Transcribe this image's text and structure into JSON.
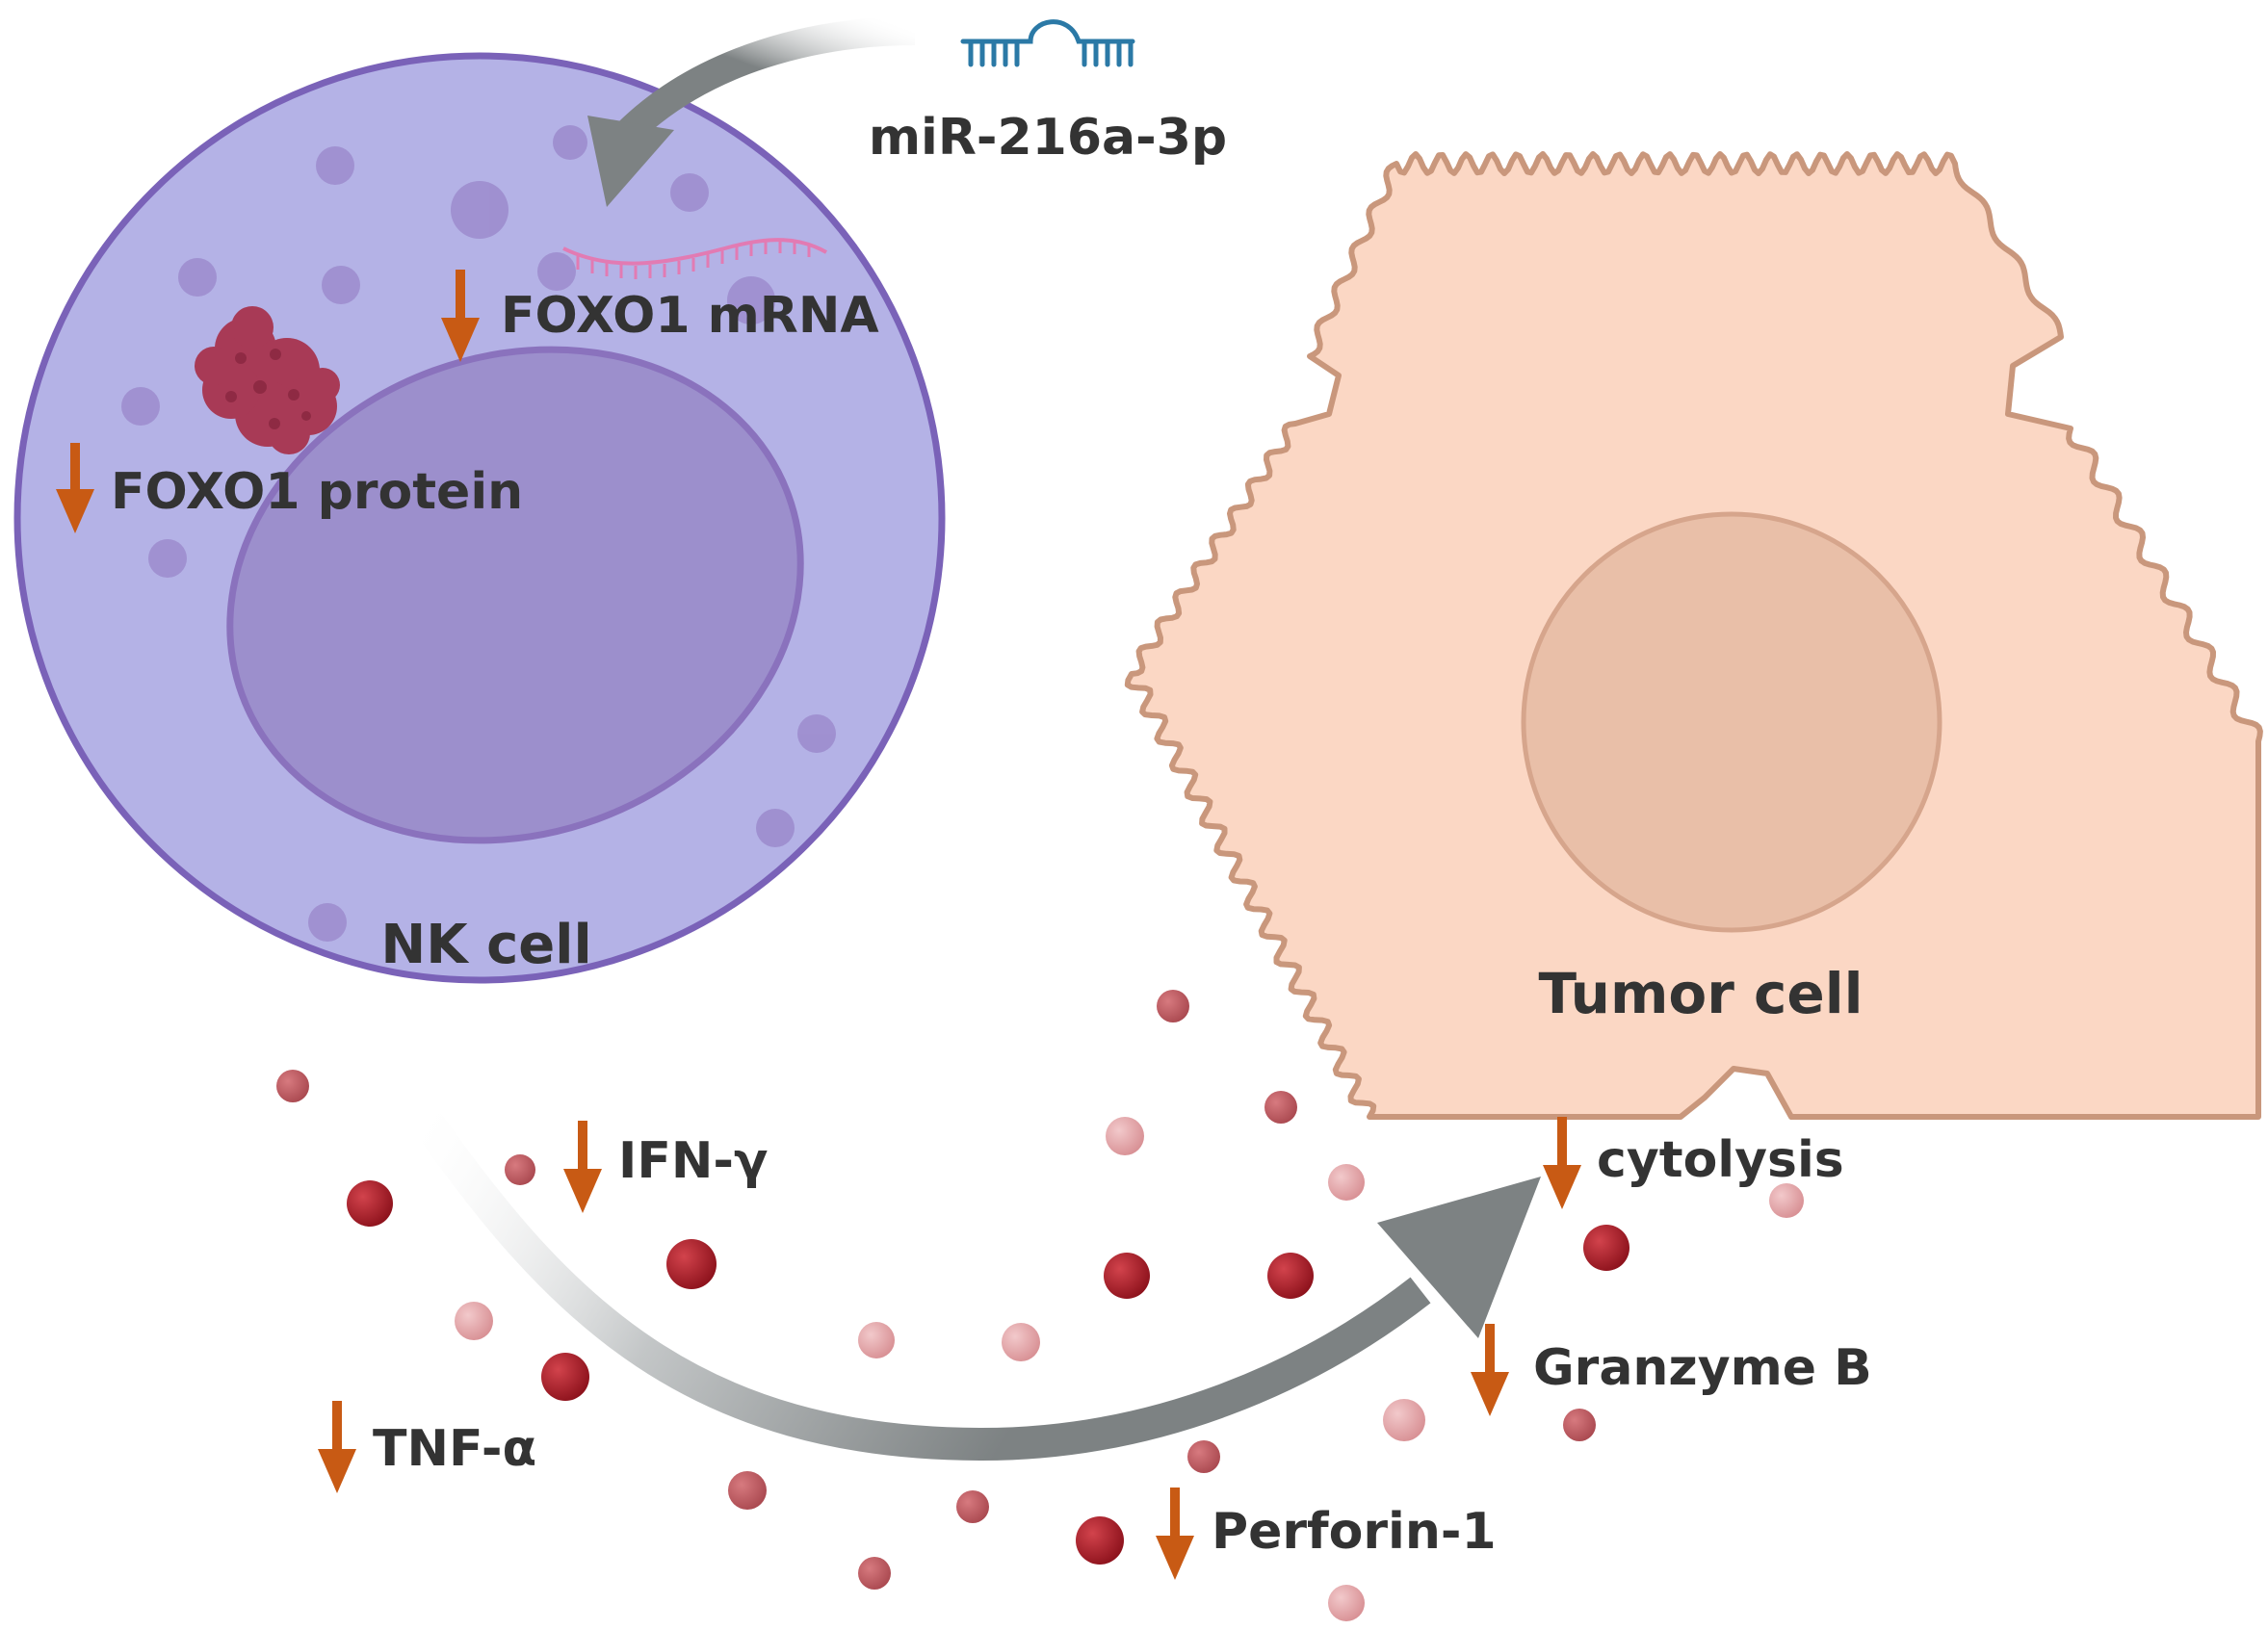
{
  "labels": {
    "mirna": "miR-216a-3p",
    "foxo1_mrna": "FOXO1 mRNA",
    "foxo1_protein": "FOXO1 protein",
    "nk_cell": "NK cell",
    "tumor_cell": "Tumor cell",
    "ifn": "IFN-γ",
    "tnf": "TNF-α",
    "cytolysis": "cytolysis",
    "granzyme": "Granzyme B",
    "perforin": "Perforin-1"
  },
  "colors": {
    "nk_cell_fill": "#b4b2e6",
    "nk_cell_border": "#7a62b8",
    "nucleus_fill": "#9c8fcc",
    "tumor_fill": "#fbd7c4",
    "tumor_border": "#c9977c",
    "tumor_nucleus": "#e9bfa8",
    "down_arrow": "#c85a14",
    "process_arrow": "#7d8283",
    "mirna": "#2b79a6",
    "mrna": "#e27bb3",
    "aggregate": "#a83a56",
    "granule_dark": "#a11f28",
    "granule_light": "#e2a4a8"
  },
  "icons": {
    "down_arrow": "down-arrow-icon",
    "mirna": "mirna-hairpin-icon",
    "process_arrow": "curved-arrow-icon"
  }
}
